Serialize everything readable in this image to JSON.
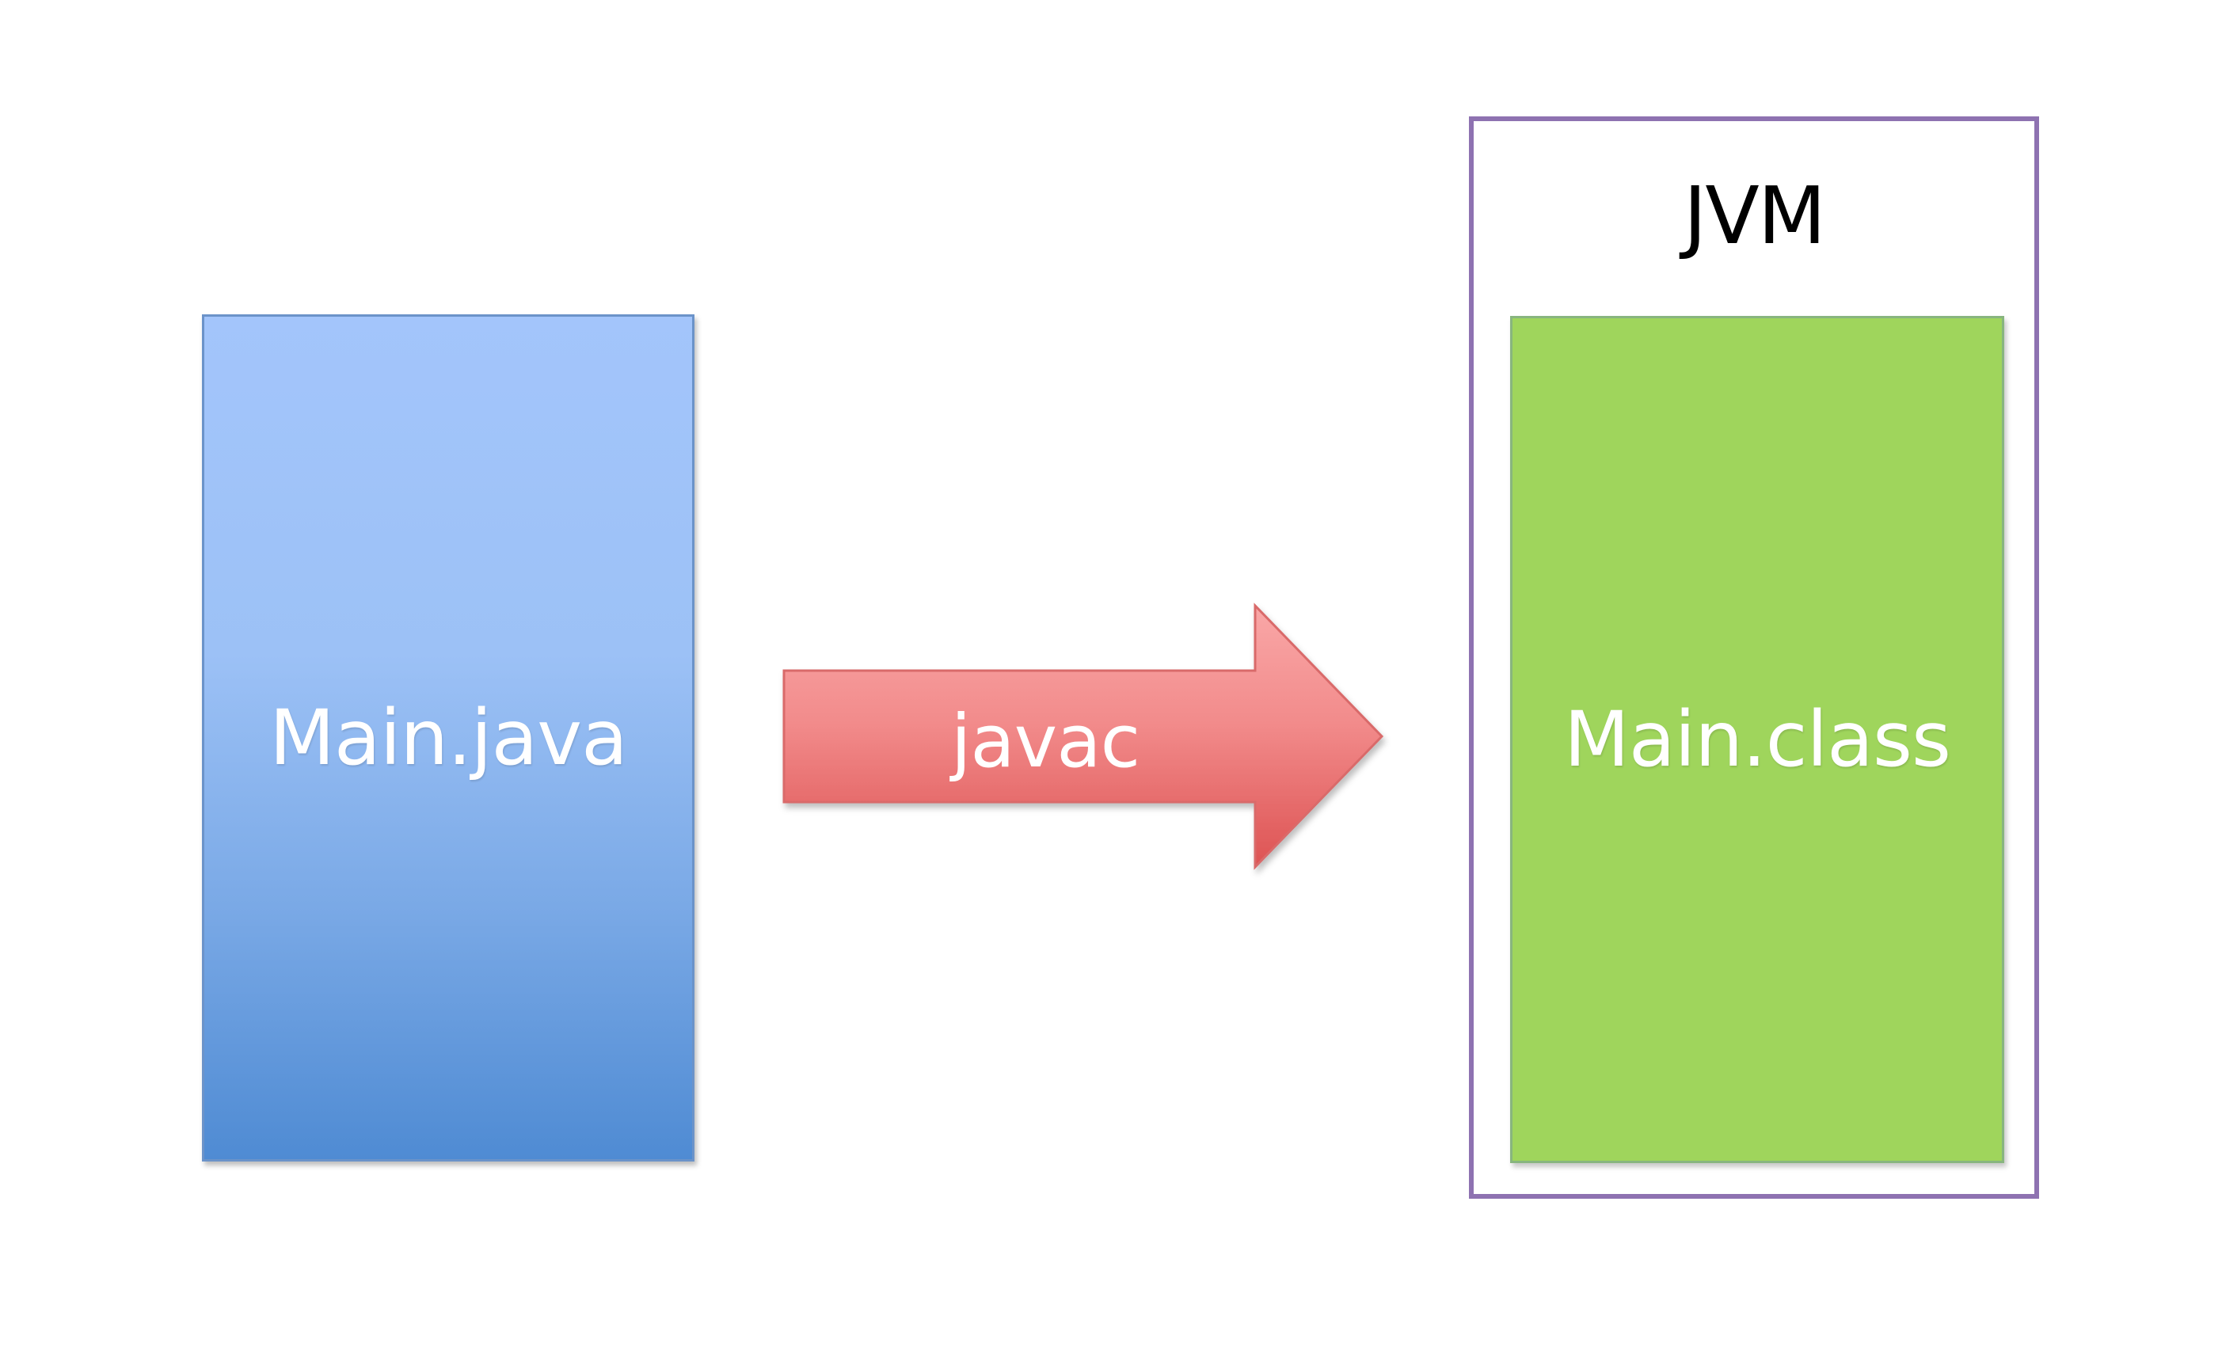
{
  "diagram": {
    "source_file": {
      "label": "Main.java",
      "color": "#9cc1f6"
    },
    "compile_arrow": {
      "label": "javac",
      "color": "#f07b7b"
    },
    "runtime": {
      "title": "JVM",
      "border_color": "#8e72b1",
      "class_file": {
        "label": "Main.class",
        "color": "#9fd55c"
      }
    }
  }
}
